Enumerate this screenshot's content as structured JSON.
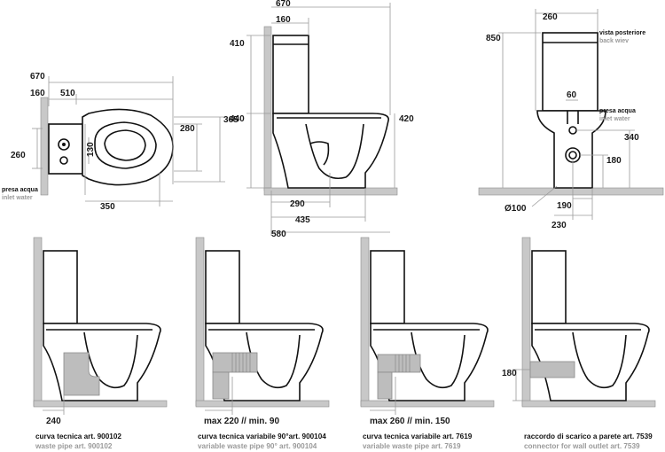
{
  "colors": {
    "wall": "#c8c8c8",
    "pipe": "#bdbdbd",
    "outline": "#111111",
    "dim_line": "#9a9a9a",
    "note_grey": "#9a9a9a"
  },
  "plan_view": {
    "dims": {
      "total_width": "670",
      "tank_depth": "160",
      "bowl_length": "510",
      "bowl_width": "365",
      "rim_width": "280",
      "inlet_height": "260",
      "outlet_spacing": "130",
      "outlet_distance": "350"
    },
    "inlet_label": {
      "it": "presa acqua",
      "en": "inlet water"
    }
  },
  "side_view": {
    "dims": {
      "total_depth": "670",
      "tank_depth": "160",
      "tank_height": "410",
      "floor_to_tank": "440",
      "seat_height": "420",
      "outlet_axis": "290",
      "bowl_depth": "435",
      "overall": "580"
    }
  },
  "rear_view": {
    "label": {
      "it": "vista posteriore",
      "en": "back wiev"
    },
    "inlet_label": {
      "it": "presa acqua",
      "en": "inlet water"
    },
    "dims": {
      "tank_width": "260",
      "total_height": "850",
      "inlet_offset": "60",
      "inlet_height": "340",
      "outlet_height": "180",
      "outlet_diameter": "Ø100",
      "half_width": "190",
      "base_width": "230"
    }
  },
  "installations": [
    {
      "dim": "240",
      "caption_it": "curva tecnica art. 900102",
      "caption_en": "waste pipe art. 900102"
    },
    {
      "dim": "max 220 // min. 90",
      "caption_it": "curva tecnica variabile 90°art. 900104",
      "caption_en": "variable waste pipe 90° art. 900104"
    },
    {
      "dim": "max 260 // min. 150",
      "caption_it": "curva tecnica variabile art. 7619",
      "caption_en": "variable waste pipe art. 7619"
    },
    {
      "dim": "180",
      "caption_it": "raccordo di scarico a parete art. 7539",
      "caption_en": "connector for wall outlet art. 7539"
    }
  ]
}
